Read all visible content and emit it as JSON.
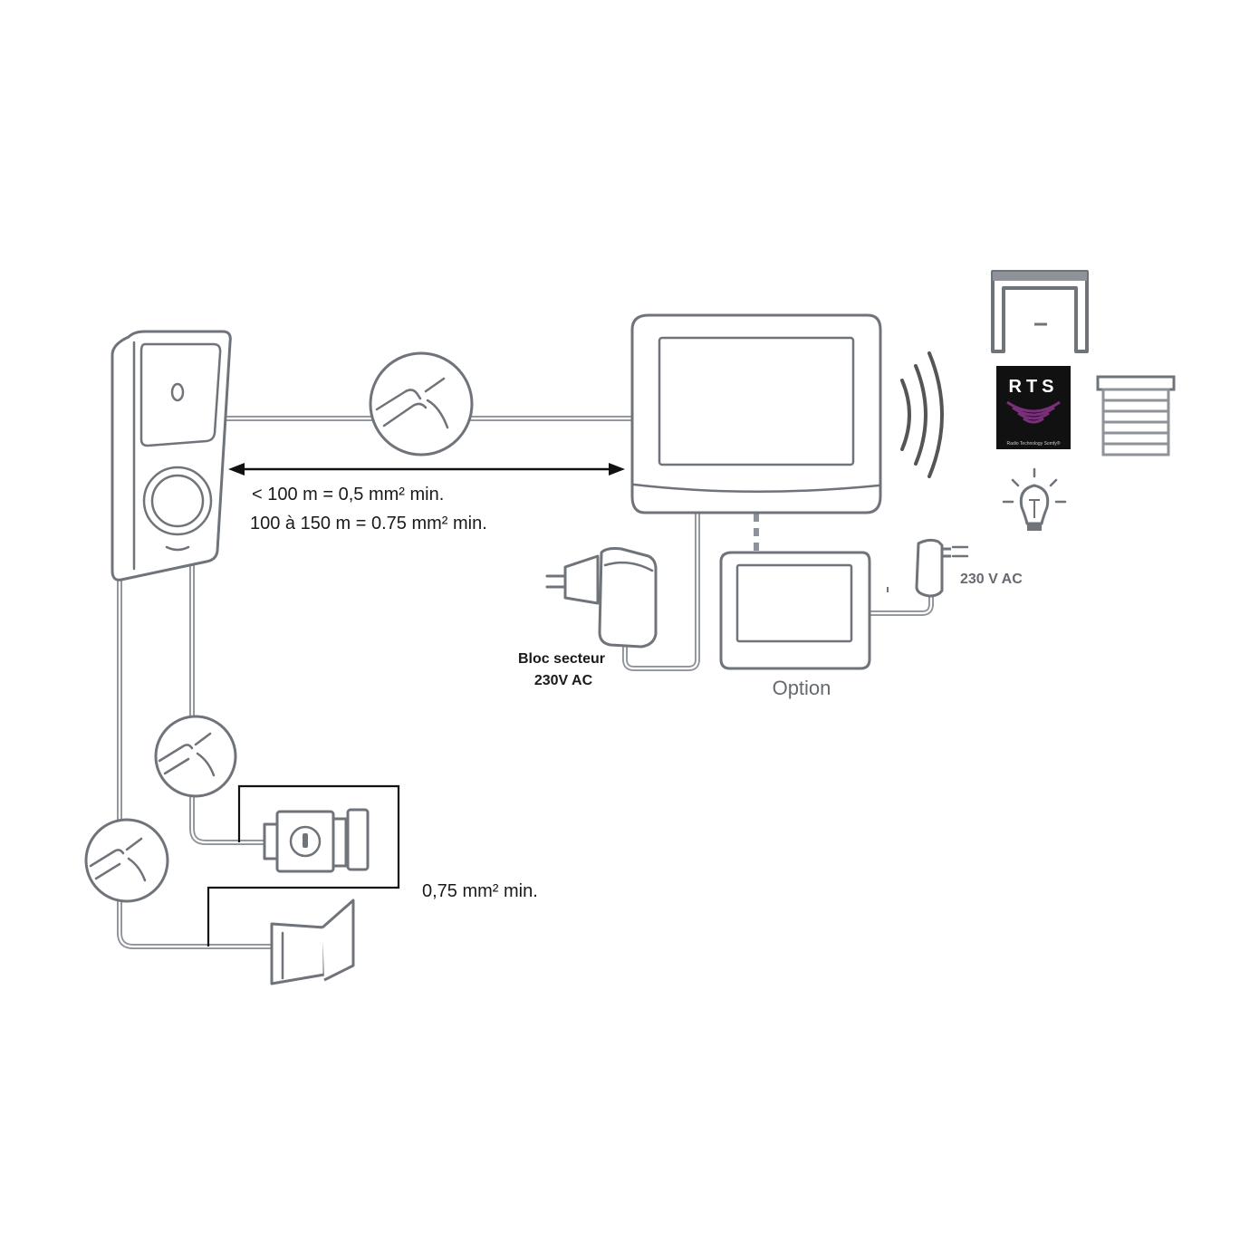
{
  "labels": {
    "cable_spec_line1": "< 100 m = 0,5 mm² min.",
    "cable_spec_line2": "100 à 150 m = 0.75 mm² min.",
    "power_block_line1": "Bloc secteur",
    "power_block_line2": "230V AC",
    "option_power": "230 V AC",
    "option": "Option",
    "lock_cable_spec": "0,75 mm² min.",
    "rts_logo": "RTS",
    "rts_tagline": "Radio Technology Somfy®"
  },
  "icons": {
    "door_station": "outdoor-door-station-icon",
    "monitor": "indoor-monitor-icon",
    "option_monitor": "secondary-monitor-icon",
    "power_adapter": "plug-adapter-icon",
    "wireless": "radio-waves-icon",
    "gate": "gate-motor-icon",
    "rts": "rts-logo-icon",
    "shutter": "roller-shutter-icon",
    "light": "light-bulb-icon",
    "lock": "electric-lock-icon",
    "strike": "door-strike-icon",
    "cable_detail": "two-wire-cable-icon"
  },
  "colors": {
    "cable": "#8e9299",
    "device_outline": "#6f737a",
    "rts_background": "#111111",
    "rts_waves": "#7a2f7a",
    "text": "#1a1a1a"
  }
}
